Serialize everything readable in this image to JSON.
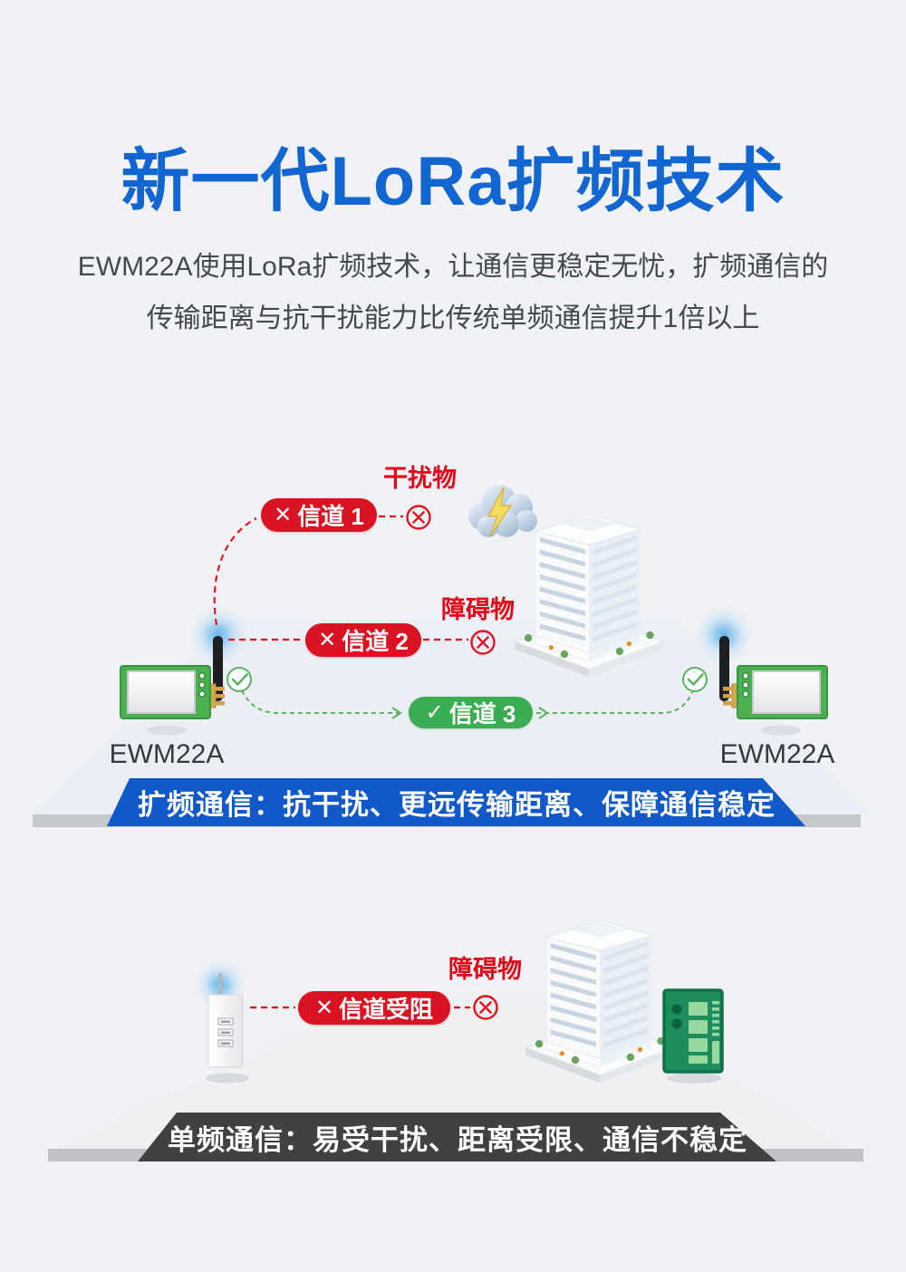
{
  "header": {
    "title": "新一代LoRa扩频技术",
    "description_line1": "EWM22A使用LoRa扩频技术，让通信更稳定无忧，扩频通信的",
    "description_line2": "传输距离与抗干扰能力比传统单频通信提升1倍以上"
  },
  "colors": {
    "title_blue": "#1166d2",
    "banner_blue": "#1158c9",
    "alert_red": "#da1322",
    "success_green": "#3aad52",
    "dark_banner_gray": "#414144",
    "pcb_green": "#4bb04f",
    "background": "#f1f2f5"
  },
  "spread_diagram": {
    "interference_label": "干扰物",
    "obstacle_label": "障碍物",
    "channel1": {
      "mark": "✕",
      "label": "信道 1"
    },
    "channel2": {
      "mark": "✕",
      "label": "信道 2"
    },
    "channel3": {
      "mark": "✓",
      "label": "信道 3"
    },
    "left_module_label": "EWM22A",
    "right_module_label": "EWM22A",
    "banner": "扩频通信：抗干扰、更远传输距离、保障通信稳定"
  },
  "single_diagram": {
    "obstacle_label": "障碍物",
    "blocked_channel": {
      "mark": "✕",
      "label": "信道受阻"
    },
    "banner": "单频通信：易受干扰、距离受限、通信不稳定"
  }
}
